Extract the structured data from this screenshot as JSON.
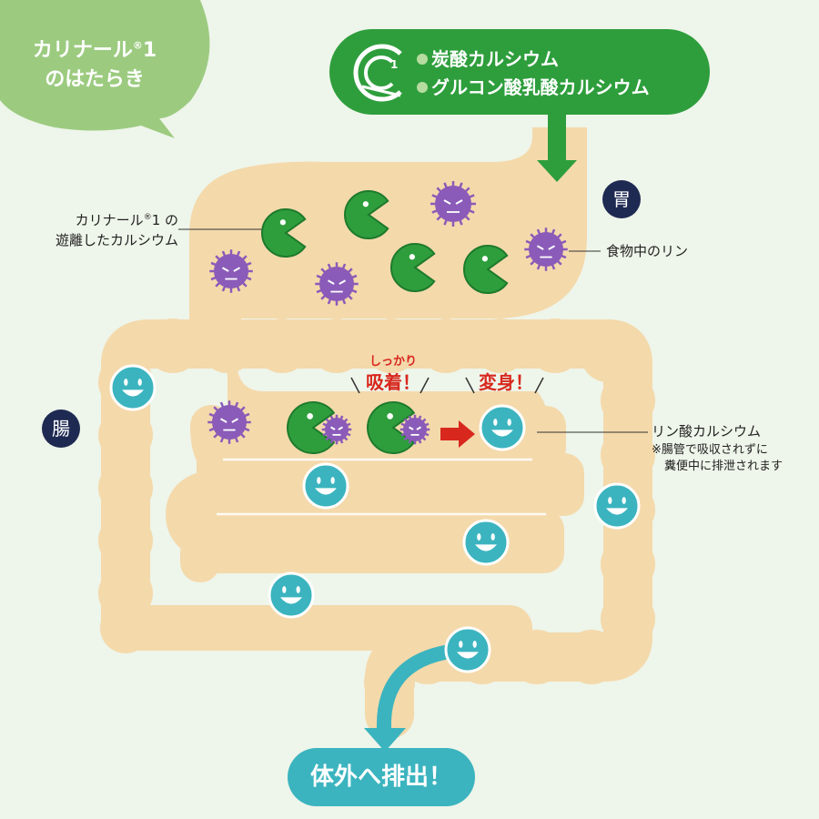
{
  "title": {
    "line1": "カリナール",
    "mark": "®",
    "num": "1",
    "line2": "のはたらき"
  },
  "ingredients": {
    "logo_letter": "C",
    "logo_sub": "1",
    "items": [
      "炭酸カルシウム",
      "グルコン酸乳酸カルシウム"
    ]
  },
  "organs": {
    "stomach": "胃",
    "intestine": "腸"
  },
  "labels": {
    "calcium": {
      "line1a": "カリナール",
      "mark": "®",
      "line1b": "1 の",
      "line2": "遊離したカルシウム"
    },
    "phosphorus": "食物中のリン",
    "absorb_small": "しっかり",
    "absorb_big": "吸着！",
    "transform": "変身！",
    "product": "リン酸カルシウム",
    "note_line1": "※腸管で吸収されずに",
    "note_line2": "糞便中に排泄されます"
  },
  "exit_label": "体外へ排出！",
  "colors": {
    "background": "#eef5ea",
    "title_bubble": "#9ccb80",
    "pill": "#2e9e3c",
    "gut": "#f4d9ab",
    "pacman": "#2e9e3c",
    "virus": "#8a5bb8",
    "smiley": "#3bb4bf",
    "badge": "#1f2a52",
    "accent_red": "#d8281e"
  }
}
